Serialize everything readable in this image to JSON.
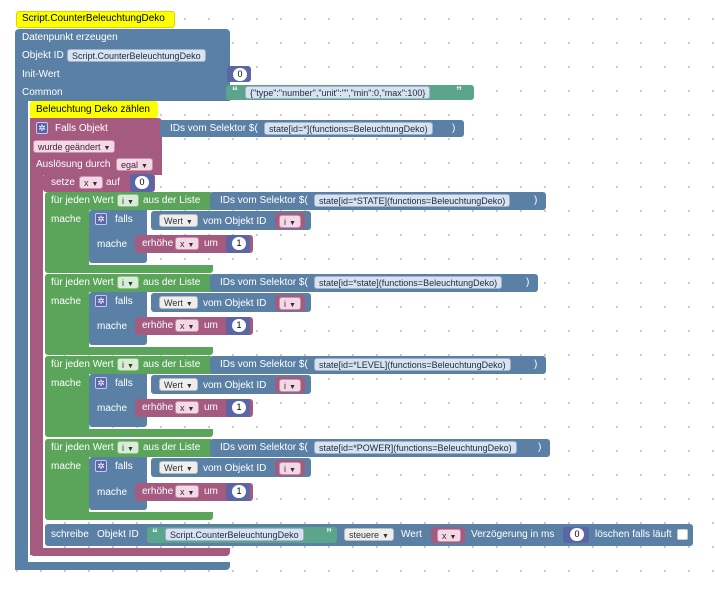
{
  "script_title": "Script.CounterBeleuchtungDeko",
  "create_state": {
    "label": "Datenpunkt erzeugen",
    "object_id_label": "Objekt ID",
    "object_id_value": "Script.CounterBeleuchtungDeko",
    "init_label": "Init-Wert",
    "init_value": "0",
    "common_label": "Common",
    "common_value": "{\"type\":\"number\",\"unit\":\"\",\"min\":0,\"max\":100}"
  },
  "count_block": {
    "title": "Beleuchtung Deko zählen",
    "trigger_if_object": "Falls Objekt",
    "selector_label": "IDs vom Selektor $(",
    "selector_value": "state[id=*](functions=BeleuchtungDeko)",
    "selector_close": ")",
    "changed_option": "wurde geändert",
    "trigger_by_label": "Auslösung durch",
    "trigger_by_value": "egal",
    "set_label": "setze",
    "var_name": "x",
    "to_label": "auf",
    "set_value": "0"
  },
  "loops": [
    {
      "for_label": "für jeden Wert",
      "item_var": "i",
      "from_label": "aus der Liste",
      "selector_label": "IDs vom Selektor $(",
      "selector_value": "state[id=*STATE](functions=BeleuchtungDeko)",
      "close": ")",
      "do_label": "mache",
      "if_label": "falls",
      "value_option": "Wert",
      "of_object_label": "vom Objekt ID",
      "obj_var": "i",
      "do2_label": "mache",
      "incr_label": "erhöhe",
      "incr_var": "x",
      "by_label": "um",
      "incr_value": "1"
    },
    {
      "for_label": "für jeden Wert",
      "item_var": "i",
      "from_label": "aus der Liste",
      "selector_label": "IDs vom Selektor $(",
      "selector_value": "state[id=*state](functions=BeleuchtungDeko)",
      "close": ")",
      "do_label": "mache",
      "if_label": "falls",
      "value_option": "Wert",
      "of_object_label": "vom Objekt ID",
      "obj_var": "i",
      "do2_label": "mache",
      "incr_label": "erhöhe",
      "incr_var": "x",
      "by_label": "um",
      "incr_value": "1"
    },
    {
      "for_label": "für jeden Wert",
      "item_var": "i",
      "from_label": "aus der Liste",
      "selector_label": "IDs vom Selektor $(",
      "selector_value": "state[id=*LEVEL](functions=BeleuchtungDeko)",
      "close": ")",
      "do_label": "mache",
      "if_label": "falls",
      "value_option": "Wert",
      "of_object_label": "vom Objekt ID",
      "obj_var": "i",
      "do2_label": "mache",
      "incr_label": "erhöhe",
      "incr_var": "x",
      "by_label": "um",
      "incr_value": "1"
    },
    {
      "for_label": "für jeden Wert",
      "item_var": "i",
      "from_label": "aus der Liste",
      "selector_label": "IDs vom Selektor $(",
      "selector_value": "state[id=*POWER](functions=BeleuchtungDeko)",
      "close": ")",
      "do_label": "mache",
      "if_label": "falls",
      "value_option": "Wert",
      "of_object_label": "vom Objekt ID",
      "obj_var": "i",
      "do2_label": "mache",
      "incr_label": "erhöhe",
      "incr_var": "x",
      "by_label": "um",
      "incr_value": "1"
    }
  ],
  "write_block": {
    "label": "schreibe",
    "object_id_label": "Objekt ID",
    "object_id_value": "Script.CounterBeleuchtungDeko",
    "mode_value": "steuere",
    "value_label": "Wert",
    "value_var": "x",
    "delay_label": "Verzögerung in ms",
    "delay_value": "0",
    "clear_label": "löschen falls läuft"
  },
  "colors": {
    "blue": "#5b80a5",
    "pink": "#a55b80",
    "green": "#5ba55b",
    "purple": "#5b67a5",
    "highlight": "#fbff00"
  }
}
